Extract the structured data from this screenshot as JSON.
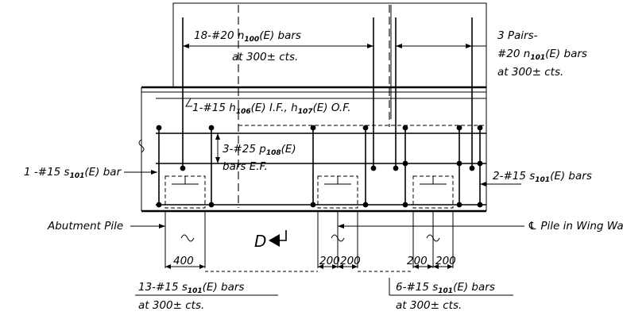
{
  "labels": {
    "n100_pre": "18-#20 n",
    "n100_sub": "100",
    "n100_post": "(E) bars",
    "n100_line2": "at 300± cts.",
    "pairs_line1": "3 Pairs-",
    "pairs_pre": "#20 n",
    "pairs_sub": "101",
    "pairs_post": "(E) bars",
    "pairs_line3": "at 300± cts.",
    "h_pre": "1-#15 h",
    "h_sub1": "106",
    "h_mid": "(E) I.F., h",
    "h_sub2": "107",
    "h_post": "(E) O.F.",
    "p_pre": "3-#25 p",
    "p_sub": "108",
    "p_post": "(E)",
    "p_line2": "bars E.F.",
    "s_left_pre": "1 -#15 s",
    "s_left_sub": "101",
    "s_left_post": "(E) bar",
    "s_right_pre": "2-#15 s",
    "s_right_sub": "101",
    "s_right_post": "(E) bars",
    "abutment_pile": "Abutment Pile",
    "cl_symbol": "℄",
    "cl_text": "Pile in Wing Wall",
    "direction": "D",
    "dim_400": "400",
    "dim_200_a": "200",
    "dim_200_b": "200",
    "dim_200_c": "200",
    "dim_200_d": "200",
    "s13_pre": "13-#15 s",
    "s13_sub": "101",
    "s13_post": "(E) bars",
    "s13_line2": "at 300± cts.",
    "s6_pre": "6-#15 s",
    "s6_sub": "101",
    "s6_post": "(E) bars",
    "s6_line2": "at 300± cts."
  }
}
